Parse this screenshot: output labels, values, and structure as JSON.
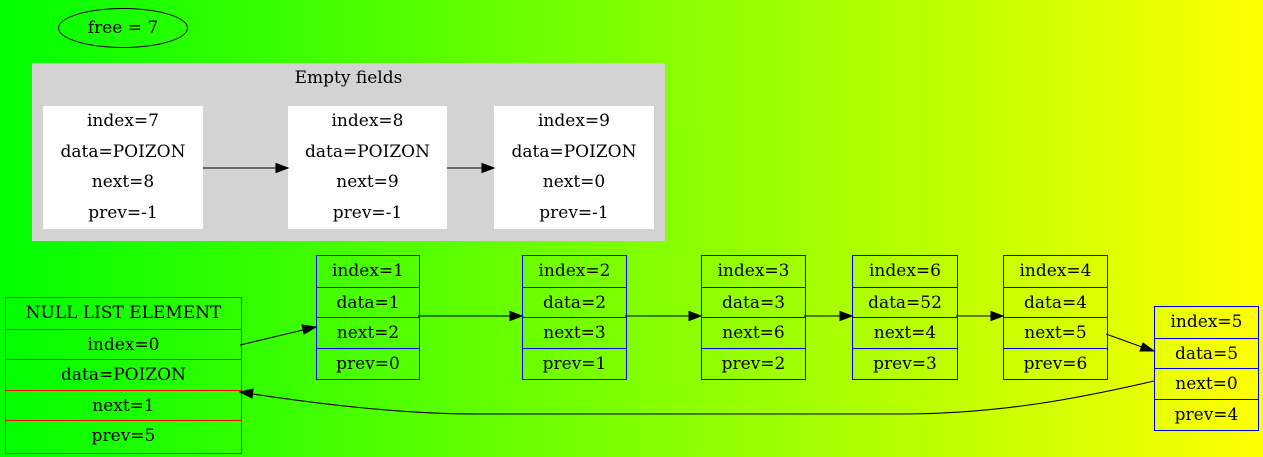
{
  "free_label": "free = 7",
  "empty_cluster": {
    "title": "Empty fields",
    "nodes": [
      {
        "index": "index=7",
        "data": "data=POIZON",
        "next": "next=8",
        "prev": "prev=-1"
      },
      {
        "index": "index=8",
        "data": "data=POIZON",
        "next": "next=9",
        "prev": "prev=-1"
      },
      {
        "index": "index=9",
        "data": "data=POIZON",
        "next": "next=0",
        "prev": "prev=-1"
      }
    ]
  },
  "null_element": {
    "title": "NULL LIST ELEMENT",
    "index": "index=0",
    "data": "data=POIZON",
    "next": "next=1",
    "prev": "prev=5"
  },
  "list_nodes": [
    {
      "index": "index=1",
      "data": "data=1",
      "next": "next=2",
      "prev": "prev=0"
    },
    {
      "index": "index=2",
      "data": "data=2",
      "next": "next=3",
      "prev": "prev=1"
    },
    {
      "index": "index=3",
      "data": "data=3",
      "next": "next=6",
      "prev": "prev=2"
    },
    {
      "index": "index=6",
      "data": "data=52",
      "next": "next=4",
      "prev": "prev=3"
    },
    {
      "index": "index=4",
      "data": "data=4",
      "next": "next=5",
      "prev": "prev=6"
    },
    {
      "index": "index=5",
      "data": "data=5",
      "next": "next=0",
      "prev": "prev=4"
    }
  ],
  "colors": {
    "gradient_start": "#00ff00",
    "gradient_end": "#ffff00",
    "cluster_bg": "#d3d3d3",
    "list_border": "#0000ff",
    "null_border": "#ff0000"
  }
}
